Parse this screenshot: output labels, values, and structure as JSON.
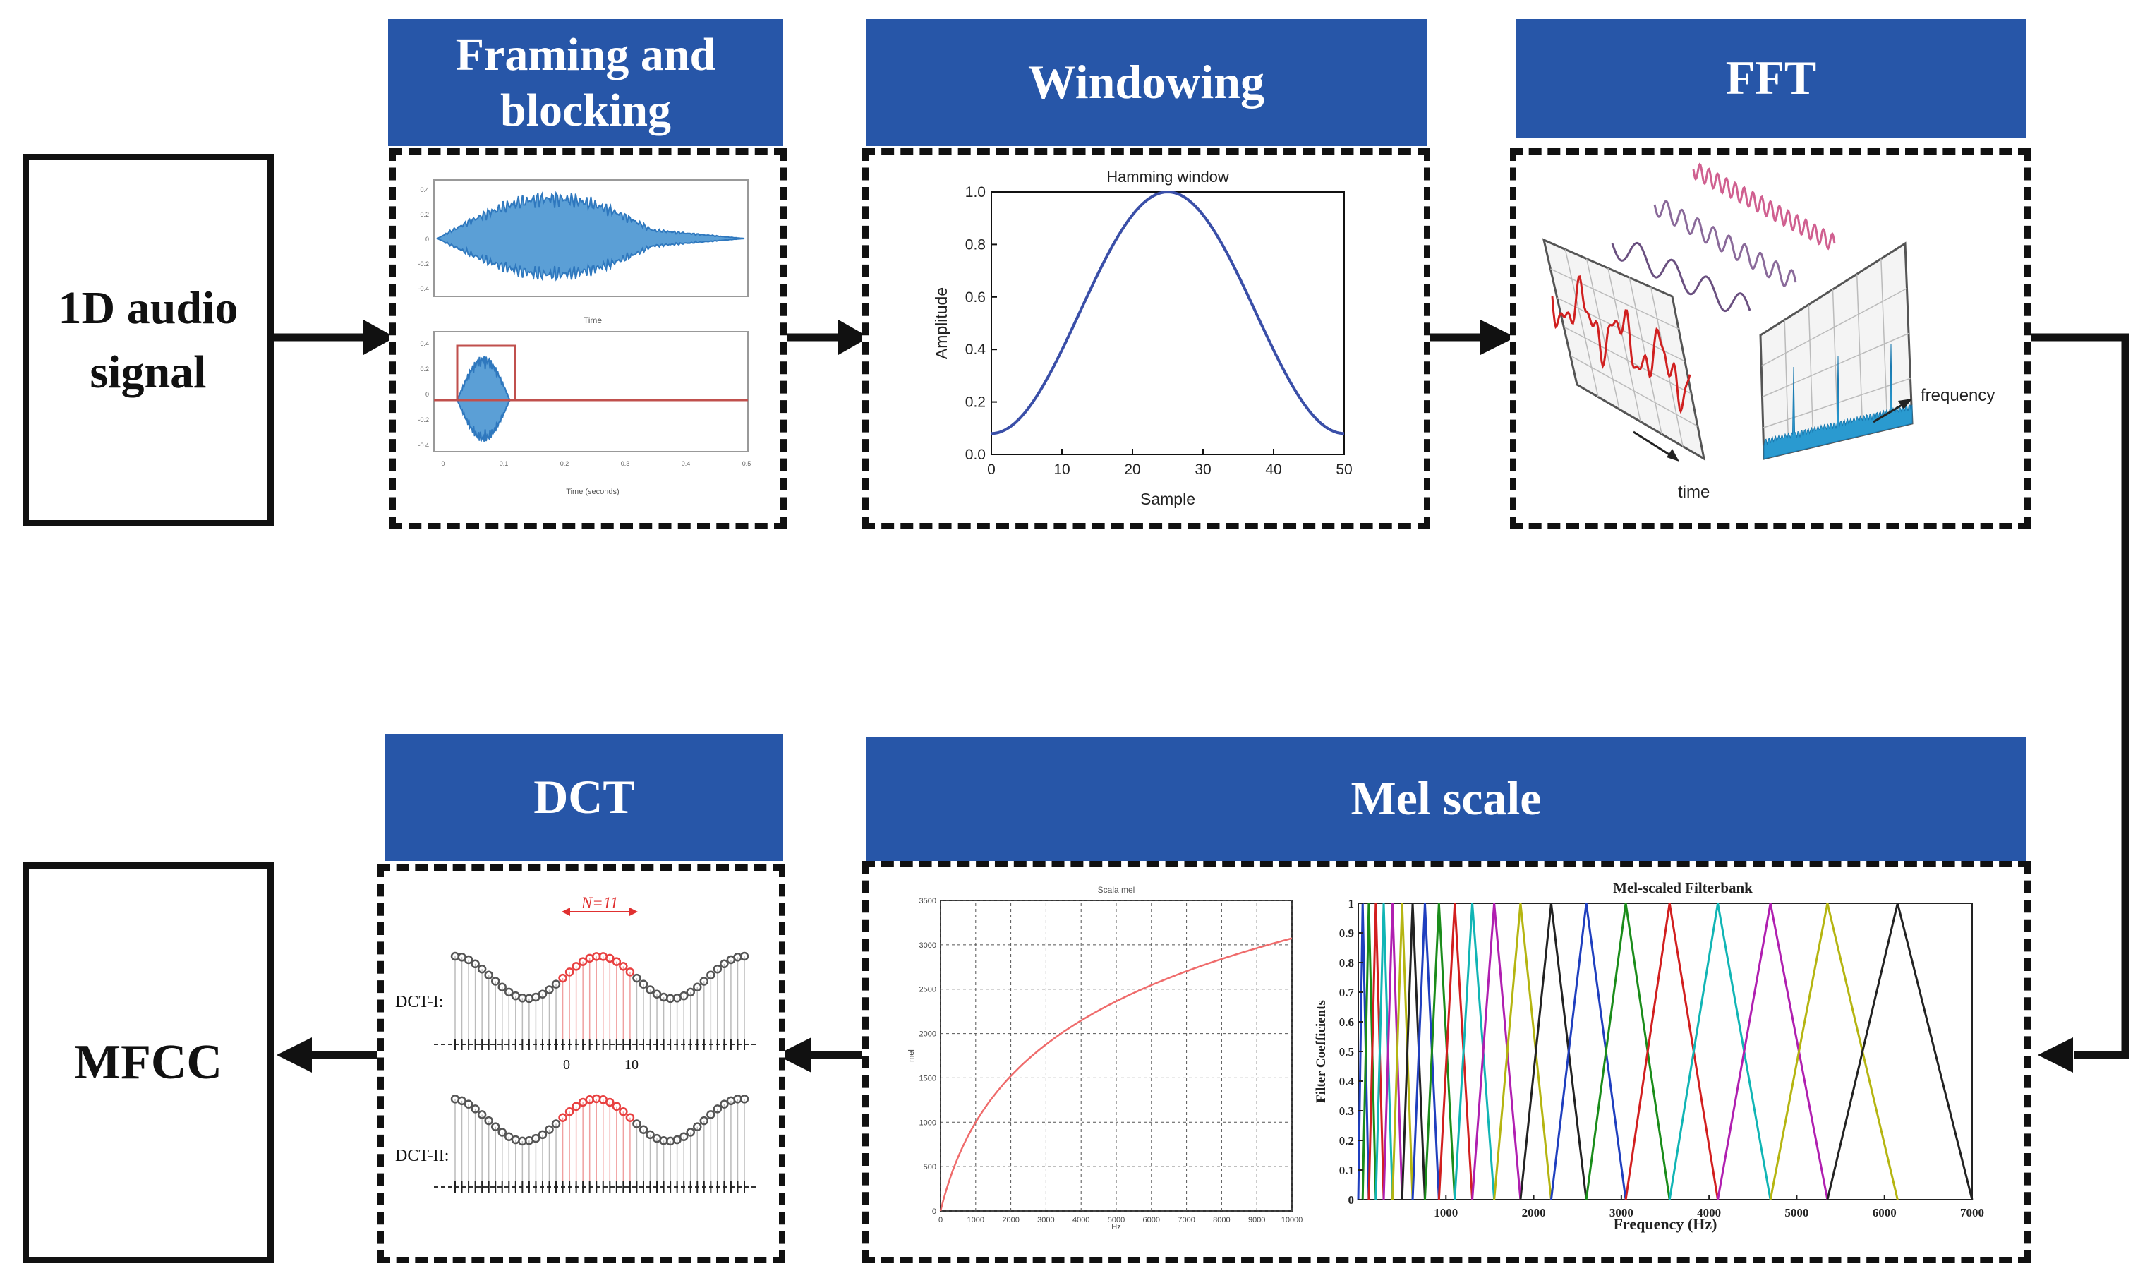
{
  "steps": {
    "input": "1D audio signal",
    "framing": "Framing and blocking",
    "windowing": "Windowing",
    "fft": "FFT",
    "dct": "DCT",
    "mel": "Mel scale",
    "output": "MFCC"
  },
  "framing_plot": {
    "top_xlabel": "Time",
    "bottom_xlabel": "Time (seconds)",
    "yticks": [
      "0.4",
      "0.2",
      "0",
      "-0.2",
      "-0.4"
    ],
    "xticks": [
      "0",
      "0.1",
      "0.2",
      "0.3",
      "0.4",
      "0.5"
    ]
  },
  "hamming_chart": {
    "title": "Hamming window",
    "xlabel": "Sample",
    "ylabel": "Amplitude",
    "xticks": [
      "0",
      "10",
      "20",
      "30",
      "40",
      "50"
    ],
    "yticks": [
      "0.0",
      "0.2",
      "0.4",
      "0.6",
      "0.8",
      "1.0"
    ]
  },
  "fft_illustration": {
    "time_label": "time",
    "frequency_label": "frequency"
  },
  "dct_illustration": {
    "n_label": "N=11",
    "row1_label": "DCT-I:",
    "row2_label": "DCT-II:",
    "tick0": "0",
    "tick10": "10"
  },
  "mel_chart": {
    "title": "Scala mel",
    "xlabel": "Hz",
    "ylabel": "mel",
    "xticks": [
      "0",
      "1000",
      "2000",
      "3000",
      "4000",
      "5000",
      "6000",
      "7000",
      "8000",
      "9000",
      "10000"
    ],
    "yticks": [
      "0",
      "500",
      "1000",
      "1500",
      "2000",
      "2500",
      "3000",
      "3500"
    ]
  },
  "filterbank_chart": {
    "title": "Mel-scaled Filterbank",
    "xlabel": "Frequency (Hz)",
    "ylabel": "Filter Coefficients",
    "xticks": [
      "1000",
      "2000",
      "3000",
      "4000",
      "5000",
      "6000",
      "7000"
    ],
    "yticks": [
      "0",
      "0.1",
      "0.2",
      "0.3",
      "0.4",
      "0.5",
      "0.6",
      "0.7",
      "0.8",
      "0.9",
      "1"
    ]
  },
  "chart_data": [
    {
      "type": "line",
      "title": "Hamming window",
      "xlabel": "Sample",
      "ylabel": "Amplitude",
      "xlim": [
        0,
        50
      ],
      "ylim": [
        0,
        1
      ],
      "series": [
        {
          "formula": "0.54 - 0.46*cos(2*pi*n/50)",
          "n_from": 0,
          "n_to": 50
        }
      ]
    },
    {
      "type": "line",
      "title": "Scala mel",
      "xlabel": "Hz",
      "ylabel": "mel",
      "xlim": [
        0,
        10000
      ],
      "ylim": [
        0,
        3500
      ],
      "series": [
        {
          "formula": "2595*log10(1+f/700)",
          "f_from": 0,
          "f_to": 10000
        }
      ]
    },
    {
      "type": "line",
      "title": "Mel-scaled Filterbank",
      "xlabel": "Frequency (Hz)",
      "ylabel": "Filter Coefficients",
      "xlim": [
        0,
        7000
      ],
      "ylim": [
        0,
        1
      ],
      "filter_peaks_hz": [
        50,
        120,
        200,
        290,
        390,
        500,
        620,
        760,
        920,
        1100,
        1300,
        1550,
        1850,
        2200,
        2600,
        3050,
        3550,
        4100,
        4700,
        5350,
        6150
      ],
      "filter_end_hz": 7000,
      "colors": [
        "#1f3fbf",
        "#1a8c1a",
        "#d21f1f",
        "#11b5b5",
        "#b01fb0",
        "#b5b511",
        "#222222"
      ]
    }
  ]
}
